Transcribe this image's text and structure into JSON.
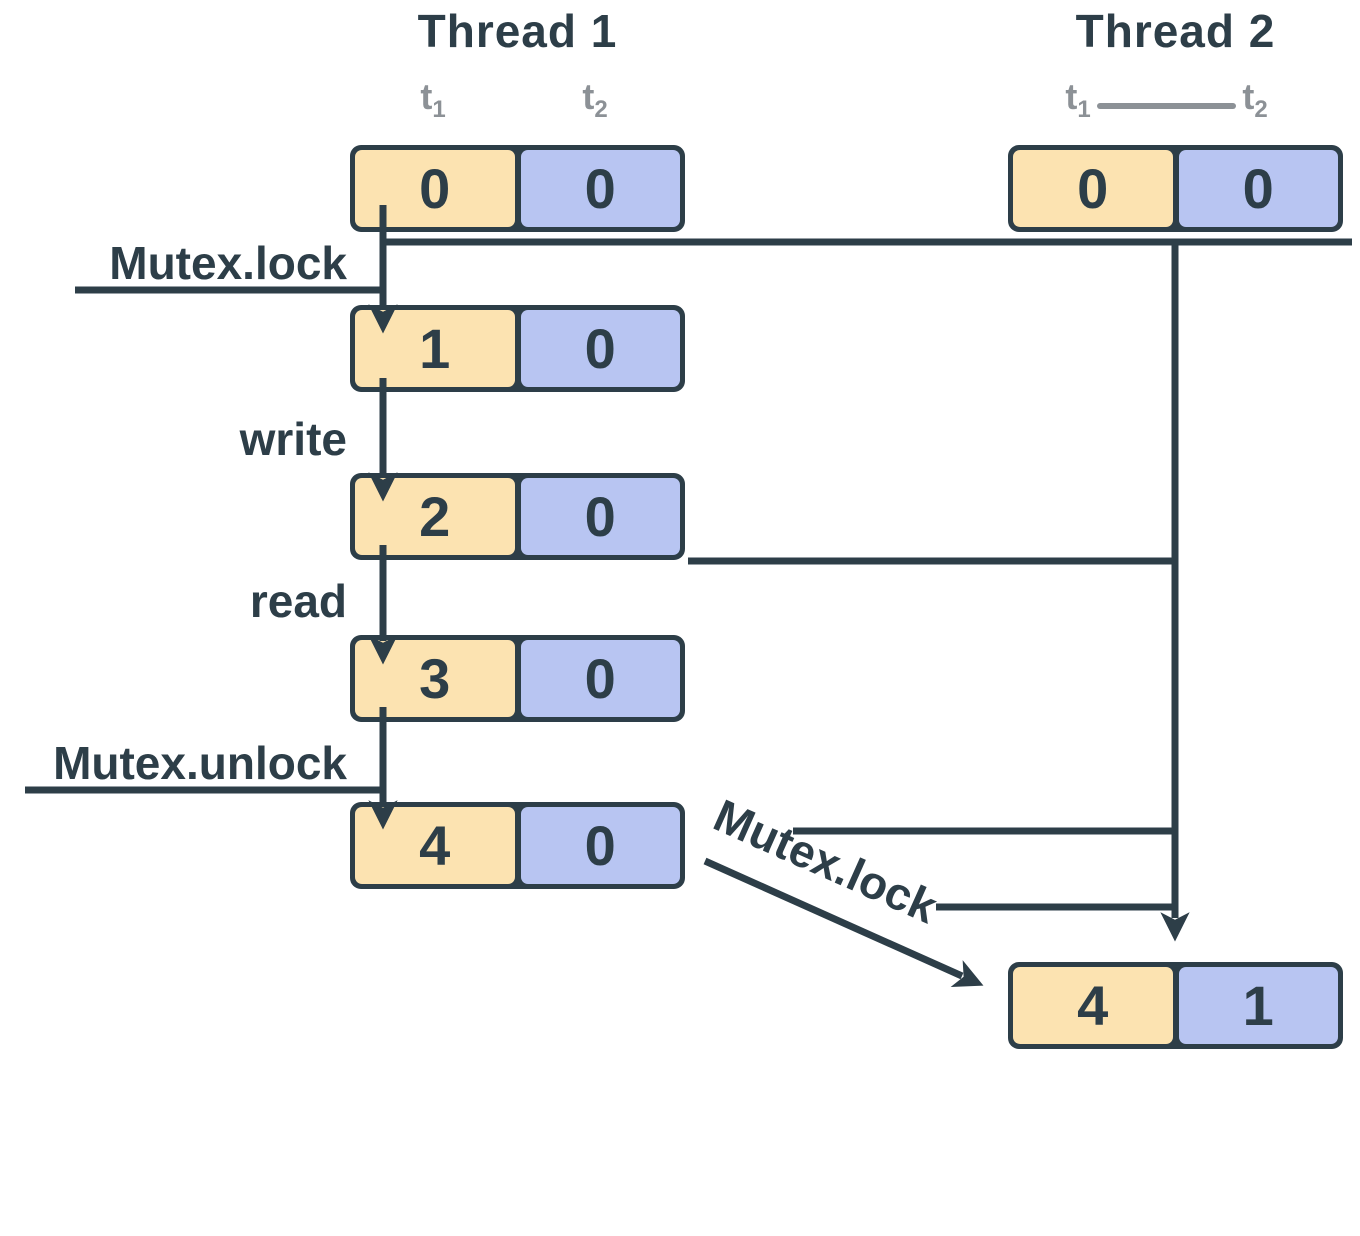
{
  "diagram_type": "thread-happens-before-mutex",
  "colors": {
    "ink": "#2d3e48",
    "counter_cell": "#fce3b1",
    "value_cell": "#b8c5f2",
    "clock_label_gray": "#8c9196",
    "background": "#ffffff"
  },
  "clock": {
    "base": "t",
    "subs": [
      "1",
      "2"
    ]
  },
  "threads": [
    {
      "title": "Thread 1",
      "boxes": [
        [
          "0",
          "0"
        ],
        [
          "1",
          "0"
        ],
        [
          "2",
          "0"
        ],
        [
          "3",
          "0"
        ],
        [
          "4",
          "0"
        ]
      ]
    },
    {
      "title": "Thread 2",
      "boxes": [
        [
          "0",
          "0"
        ],
        [
          "4",
          "1"
        ]
      ]
    }
  ],
  "operations": [
    {
      "label": "Mutex.lock",
      "underlined": true
    },
    {
      "label": "write",
      "underlined": false
    },
    {
      "label": "read",
      "underlined": false
    },
    {
      "label": "Mutex.unlock",
      "underlined": true
    }
  ],
  "cross": {
    "label": "Mutex.lock"
  }
}
